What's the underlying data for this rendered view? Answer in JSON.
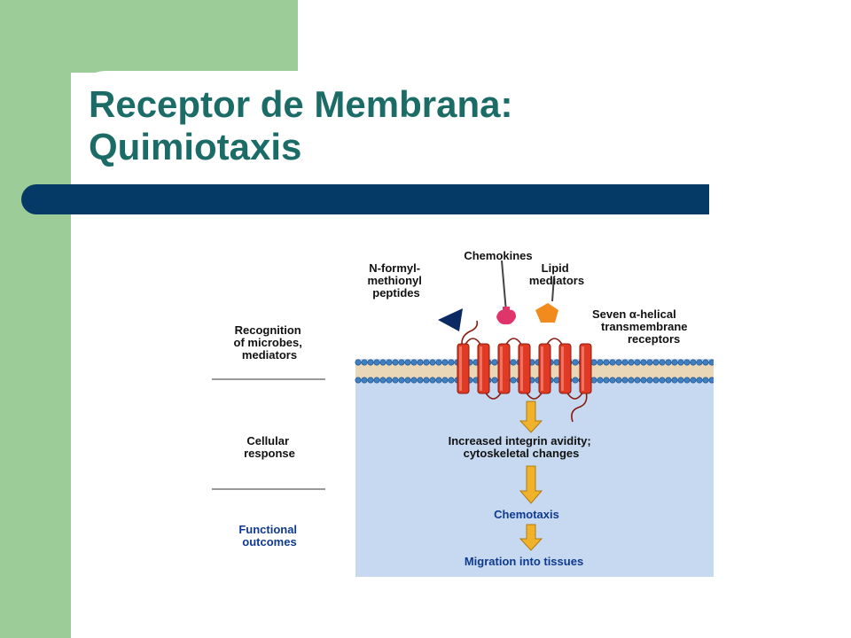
{
  "slide": {
    "title_line1": "Receptor de Membrana:",
    "title_line2": "Quimiotaxis"
  },
  "figure": {
    "left_labels": {
      "recognition": [
        "Recognition",
        "of microbes,",
        "mediators"
      ],
      "cellular": [
        "Cellular",
        "response"
      ],
      "functional": [
        "Functional",
        "outcomes"
      ]
    },
    "ligands": {
      "formyl": [
        "N-formyl-",
        "methionyl",
        "peptides"
      ],
      "chemokines": "Chemokines",
      "lipid": [
        "Lipid",
        "mediators"
      ]
    },
    "receptors": [
      "Seven α-helical",
      "transmembrane",
      "receptors"
    ],
    "steps": {
      "step1": [
        "Increased integrin avidity;",
        "cytoskeletal changes"
      ],
      "step2": "Chemotaxis",
      "step3": "Migration into tissues"
    },
    "colors": {
      "cytoplasm": "#c6d9f1",
      "receptor": "#e03a24",
      "arrow": "#f0b22a",
      "formyl": "#0b2a63",
      "chemokine": "#e0356b",
      "lipid": "#f28b1e",
      "functional_text": "#0f3a8f"
    }
  }
}
